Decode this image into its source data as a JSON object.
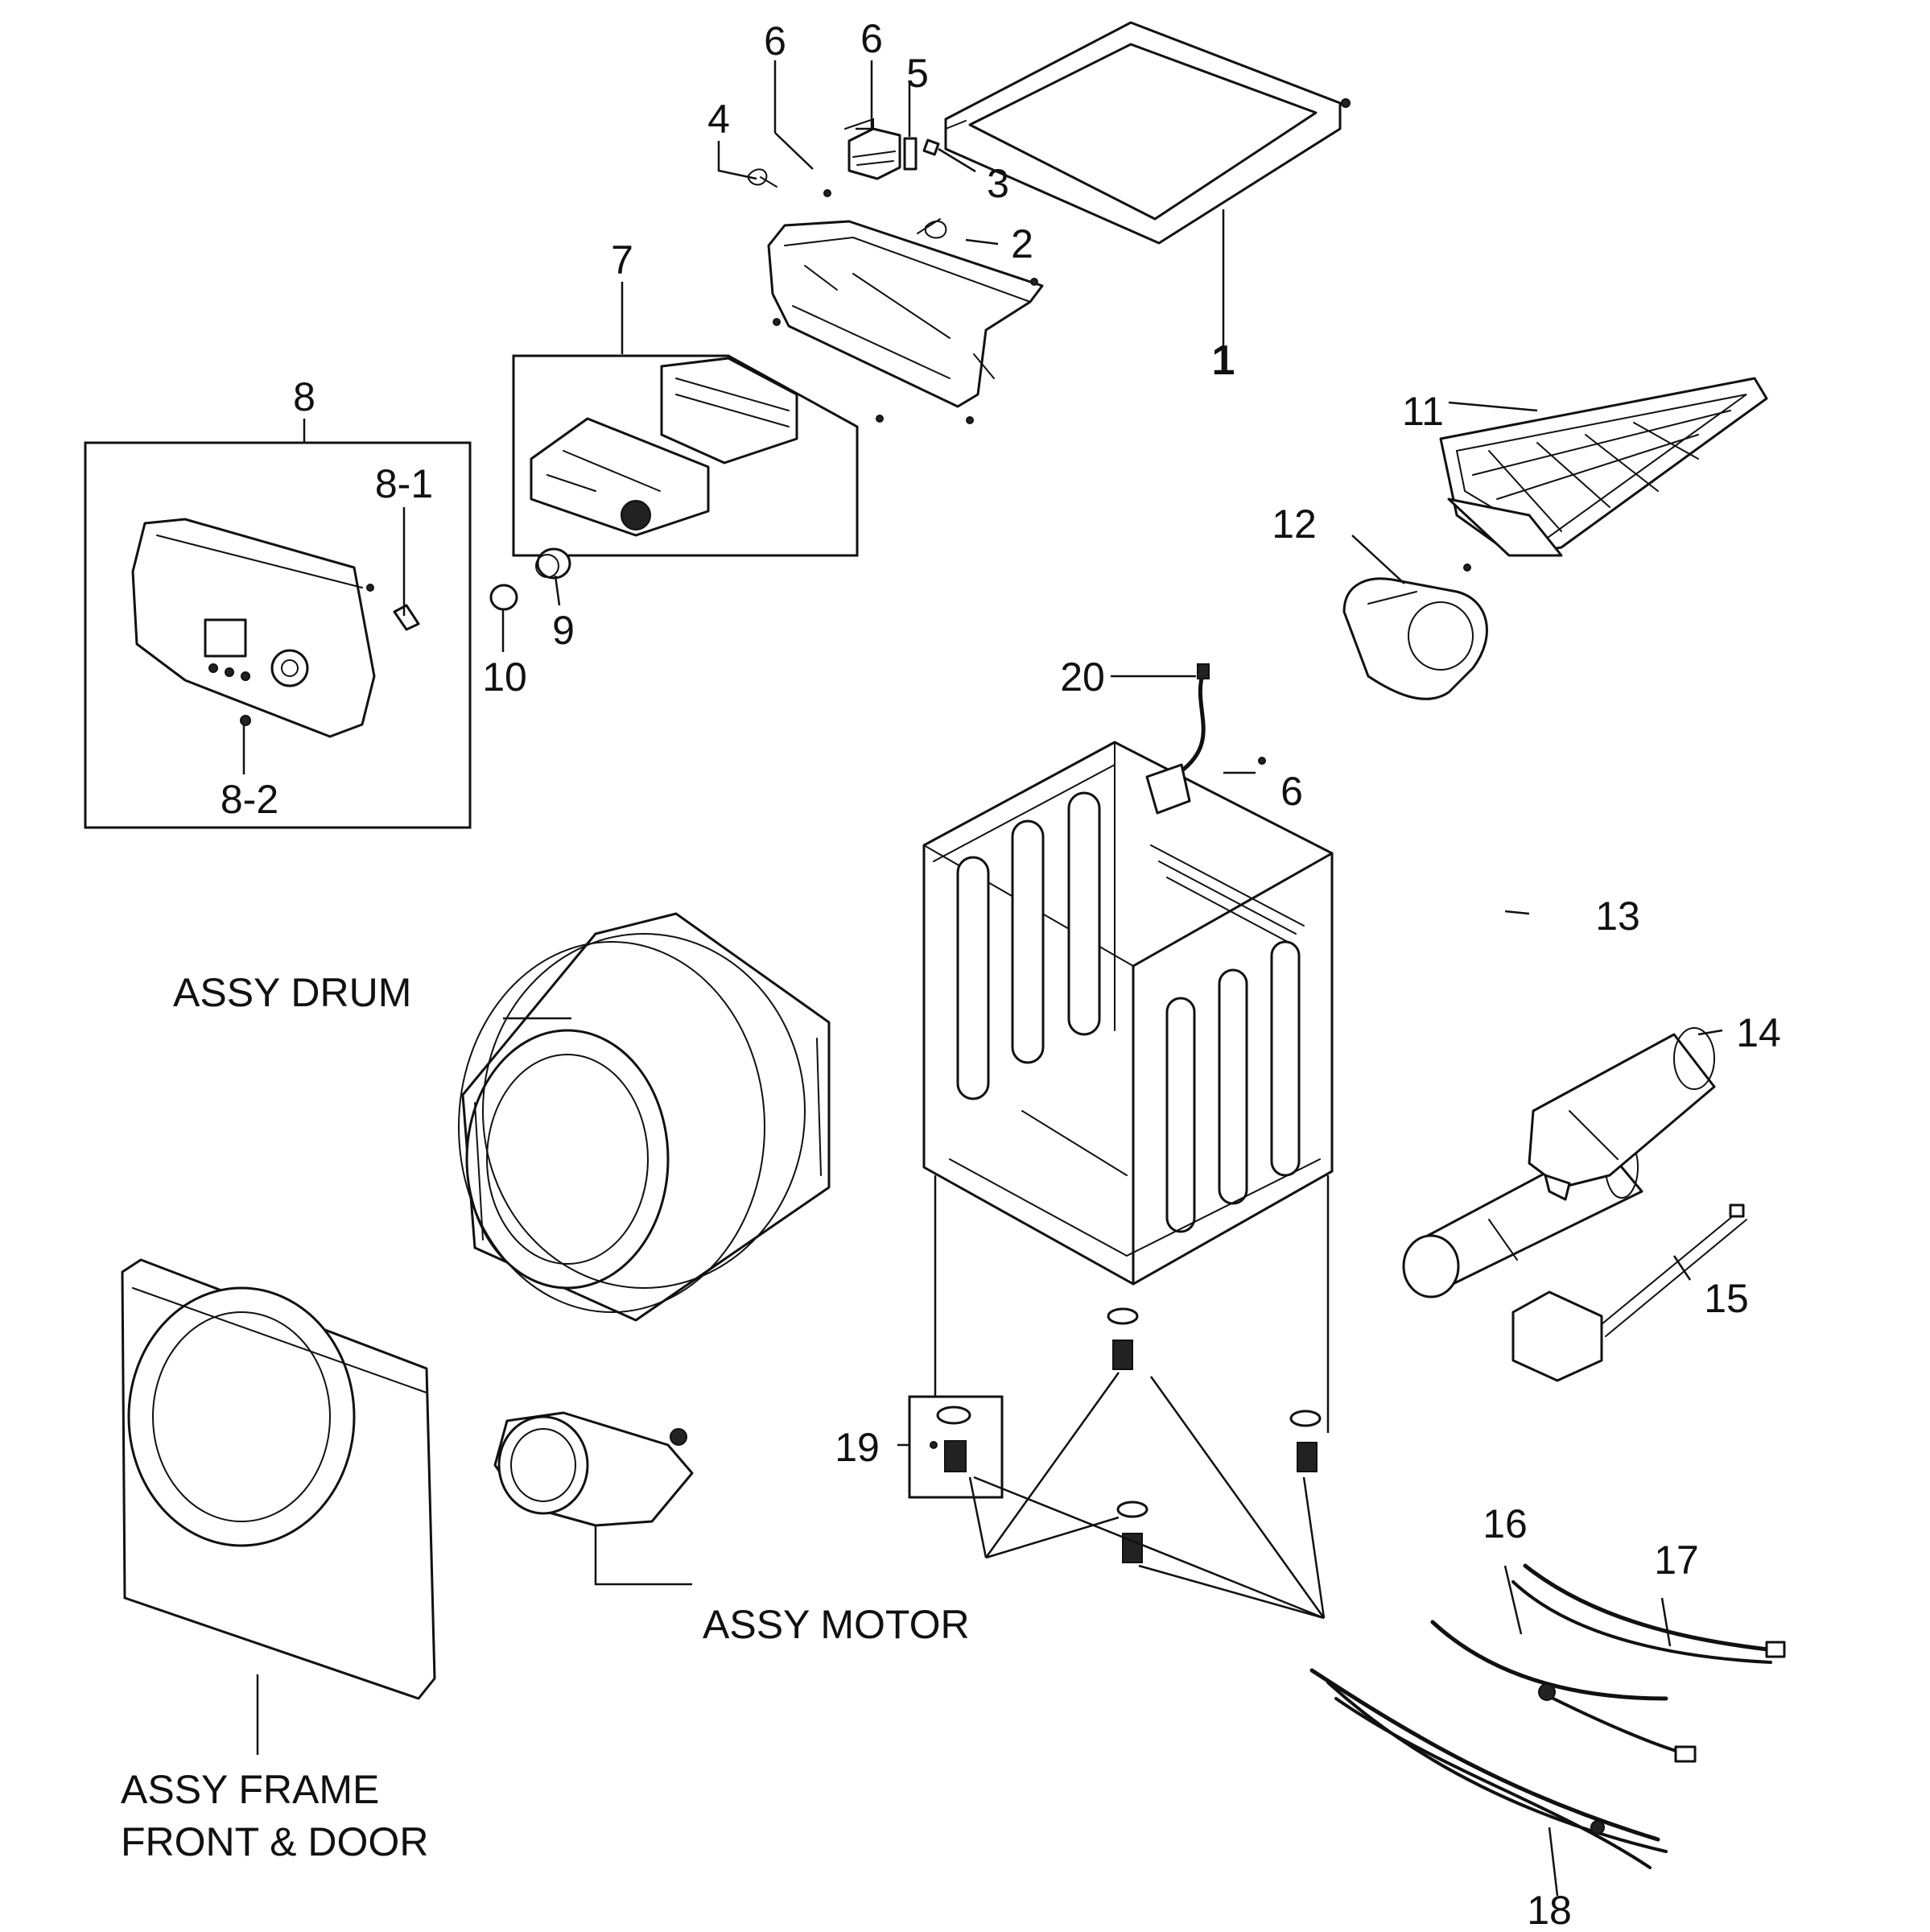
{
  "callouts": {
    "c1": "1",
    "c2": "2",
    "c3": "3",
    "c4": "4",
    "c5": "5",
    "c6a": "6",
    "c6b": "6",
    "c6c": "6",
    "c7": "7",
    "c8": "8",
    "c8_1": "8-1",
    "c8_2": "8-2",
    "c9": "9",
    "c10": "10",
    "c11": "11",
    "c12": "12",
    "c13": "13",
    "c14": "14",
    "c15": "15",
    "c16": "16",
    "c17": "17",
    "c18": "18",
    "c19": "19",
    "c20": "20"
  },
  "assemblies": {
    "drum": "ASSY DRUM",
    "motor": "ASSY MOTOR",
    "frame_line1": "ASSY FRAME",
    "frame_line2": "FRONT & DOOR"
  },
  "colors": {
    "line": "#111111",
    "background": "#ffffff"
  }
}
